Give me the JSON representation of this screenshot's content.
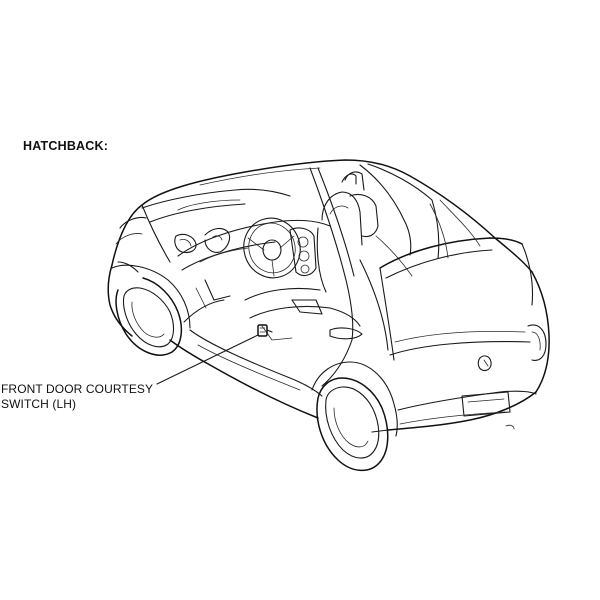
{
  "diagram": {
    "variant_label": "HATCHBACK:",
    "callouts": [
      {
        "id": "front-door-courtesy-switch-lh",
        "line1": "FRONT DOOR COURTESY",
        "line2": "SWITCH (LH)"
      }
    ]
  }
}
